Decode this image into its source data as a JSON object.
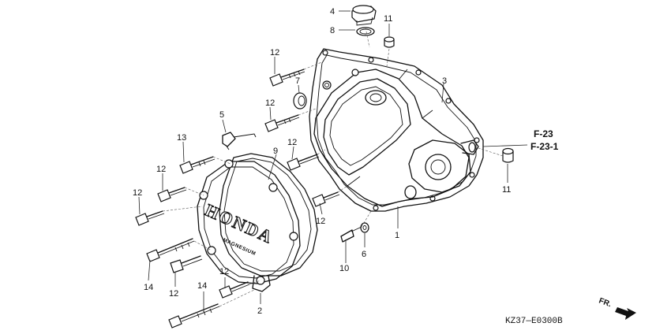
{
  "parts": [
    {
      "id": "p1",
      "label": "1"
    },
    {
      "id": "p2",
      "label": "2"
    },
    {
      "id": "p3",
      "label": "3"
    },
    {
      "id": "p4",
      "label": "4"
    },
    {
      "id": "p5",
      "label": "5"
    },
    {
      "id": "p6",
      "label": "6"
    },
    {
      "id": "p7",
      "label": "7"
    },
    {
      "id": "p8",
      "label": "8"
    },
    {
      "id": "p9",
      "label": "9"
    },
    {
      "id": "p10",
      "label": "10"
    },
    {
      "id": "p11",
      "label": "11"
    },
    {
      "id": "p12",
      "label": "12"
    },
    {
      "id": "p13",
      "label": "13"
    },
    {
      "id": "p14",
      "label": "14"
    }
  ],
  "references": [
    "F-23",
    "F-23-1"
  ],
  "cover_text": {
    "brand": "HONDA",
    "sub": "MAGNESIUM"
  },
  "front_marker": "FR.",
  "diagram_code": "KZ37—E0300B"
}
